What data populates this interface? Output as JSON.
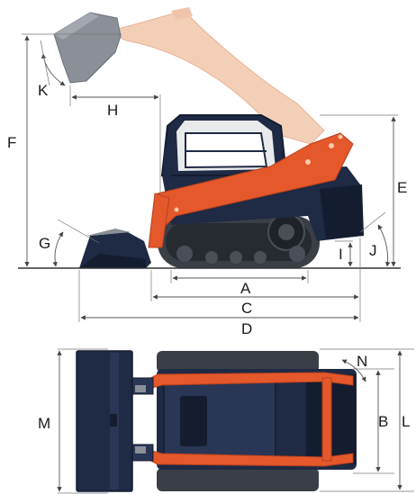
{
  "labels": {
    "A": "A",
    "B": "B",
    "C": "C",
    "D": "D",
    "E": "E",
    "F": "F",
    "G": "G",
    "H": "H",
    "I": "I",
    "J": "J",
    "K": "K",
    "L": "L",
    "M": "M",
    "N": "N"
  },
  "colors": {
    "body_navy": "#1f2a44",
    "body_navy_dark": "#141c30",
    "orange": "#e4582c",
    "orange_dark": "#b8401c",
    "ghost_arm": "#f4cfb8",
    "ghost_bucket": "#8a8f98",
    "track": "#3a3f47",
    "ground": "#333333"
  }
}
